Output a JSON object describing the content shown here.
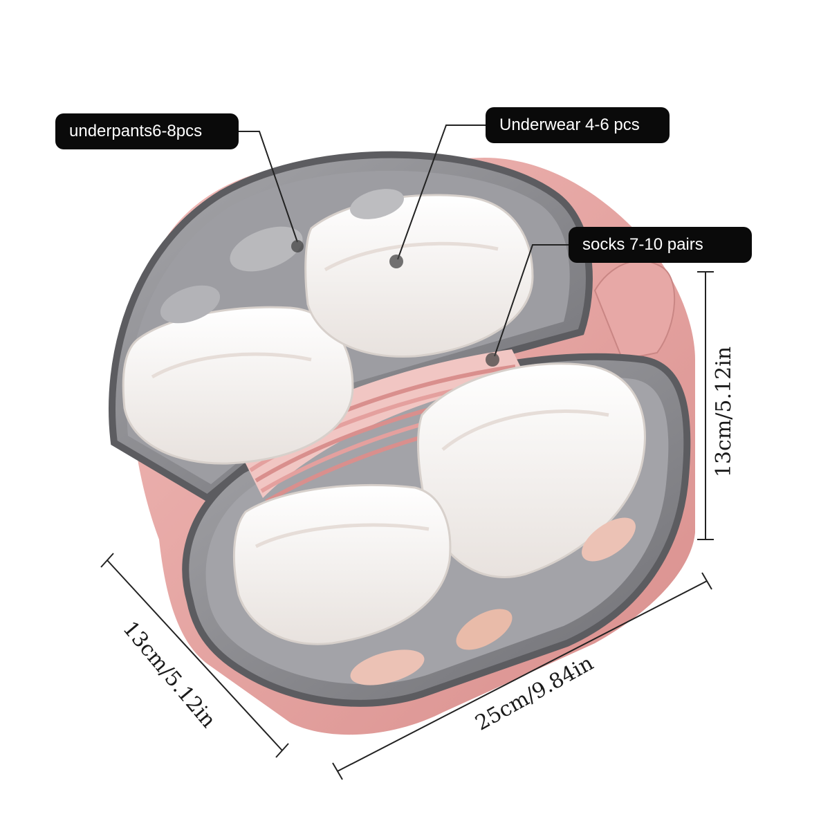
{
  "callouts": {
    "underpants": "underpants6-8pcs",
    "underwear": "Underwear 4-6 pcs",
    "socks": "socks 7-10 pairs"
  },
  "dimensions": {
    "height": "13cm/5.12in",
    "depth": "13cm/5.12in",
    "width": "25cm/9.84in"
  },
  "colors": {
    "bag_pink": "#e8a6a4",
    "bag_lining": "#8a8a8e",
    "zipper_gray": "#6e6e72",
    "cup_white": "#f6f2ef",
    "socks_pink": "#e9a7a5",
    "callout_bg": "#0a0a0a"
  }
}
